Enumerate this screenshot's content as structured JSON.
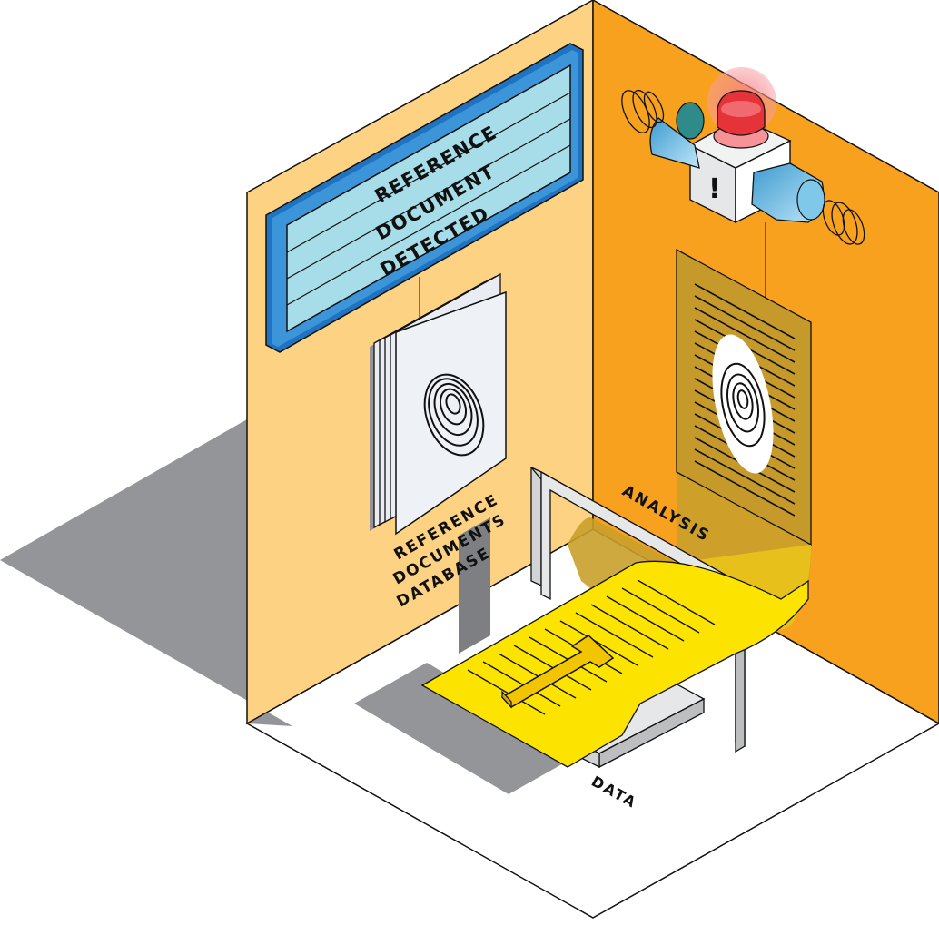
{
  "board": {
    "line1": "REFERENCE",
    "line2": "DOCUMENT",
    "line3": "DETECTED"
  },
  "labels": {
    "database_line1": "REFERENCE",
    "database_line2": "DOCUMENTS",
    "database_line3": "DATABASE",
    "analysis": "ANALYSIS",
    "data": "DATA"
  },
  "alarm": {
    "symbol": "!"
  },
  "colors": {
    "left_wall": "#fdd282",
    "right_wall": "#f8a11f",
    "floor": "#ffffff",
    "shadow": "#939598",
    "board_frame": "#1f73c0",
    "board_screen": "#a7dde8",
    "paper_yellow": "#fde400",
    "alarm_light": "#e6333a",
    "speaker_blue": "#5ab4e3"
  },
  "icons": [
    "fingerprint-icon",
    "alarm-light-icon",
    "speaker-icon",
    "arrow-icon"
  ]
}
